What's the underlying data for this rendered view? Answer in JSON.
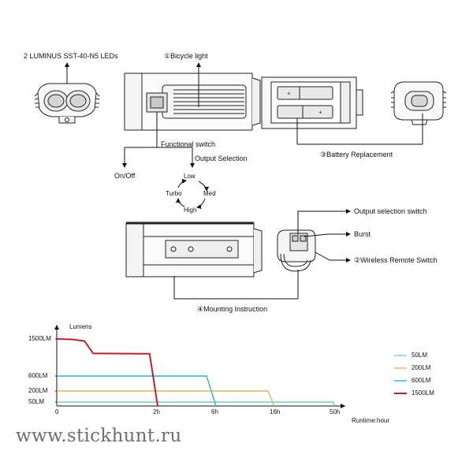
{
  "labels": {
    "leds": "2 LUMINUS SST-40-N5 LEDs",
    "bicycle_light": "①Bicycle light",
    "functional_switch": "Functional switch",
    "on_off": "On/Off",
    "output_selection": "Output Selection",
    "mode_low": "Low",
    "mode_med": "Med",
    "mode_high": "High",
    "mode_turbo": "Turbo",
    "battery_replacement": "③Battery Replacement",
    "output_selection_switch": "Output selection switch",
    "burst": "Burst",
    "wireless_remote_switch": "②Wireless Remote Switch",
    "mounting_instruction": "④Mounting Instruction"
  },
  "watermark": "www.stickhunt.ru",
  "colors": {
    "line": "#222222",
    "s50": "#7fc7c0",
    "s200": "#d9b36a",
    "s600": "#2eb0c8",
    "s1500": "#b5222b"
  },
  "chart_data": {
    "type": "line",
    "ylabel": "Lumens",
    "xlabel": "Runtime:hour",
    "y_ticks": [
      "1500LM",
      "600LM",
      "200LM",
      "50LM"
    ],
    "x_ticks": [
      "0",
      "2h",
      "6h",
      "16h",
      "50h"
    ],
    "x_tick_values": [
      0,
      2,
      6,
      16,
      50
    ],
    "y_tick_values": [
      1500,
      600,
      200,
      50
    ],
    "xlim": [
      0,
      50
    ],
    "ylim": [
      0,
      1500
    ],
    "grid": false,
    "legend_position": "right",
    "series": [
      {
        "name": "50LM",
        "color": "#7fc7c0",
        "points": [
          [
            0,
            50
          ],
          [
            49.5,
            50
          ],
          [
            50,
            0
          ]
        ]
      },
      {
        "name": "200LM",
        "color": "#d9b36a",
        "points": [
          [
            0,
            200
          ],
          [
            14.9,
            200
          ],
          [
            16,
            0
          ]
        ]
      },
      {
        "name": "600LM",
        "color": "#2eb0c8",
        "points": [
          [
            0,
            600
          ],
          [
            5.35,
            600
          ],
          [
            6,
            0
          ]
        ]
      },
      {
        "name": "1500LM",
        "color": "#b5222b",
        "points": [
          [
            0,
            1500
          ],
          [
            0.3,
            1490
          ],
          [
            0.55,
            1450
          ],
          [
            0.72,
            1150
          ],
          [
            1.84,
            1140
          ],
          [
            2,
            0
          ]
        ]
      }
    ]
  }
}
